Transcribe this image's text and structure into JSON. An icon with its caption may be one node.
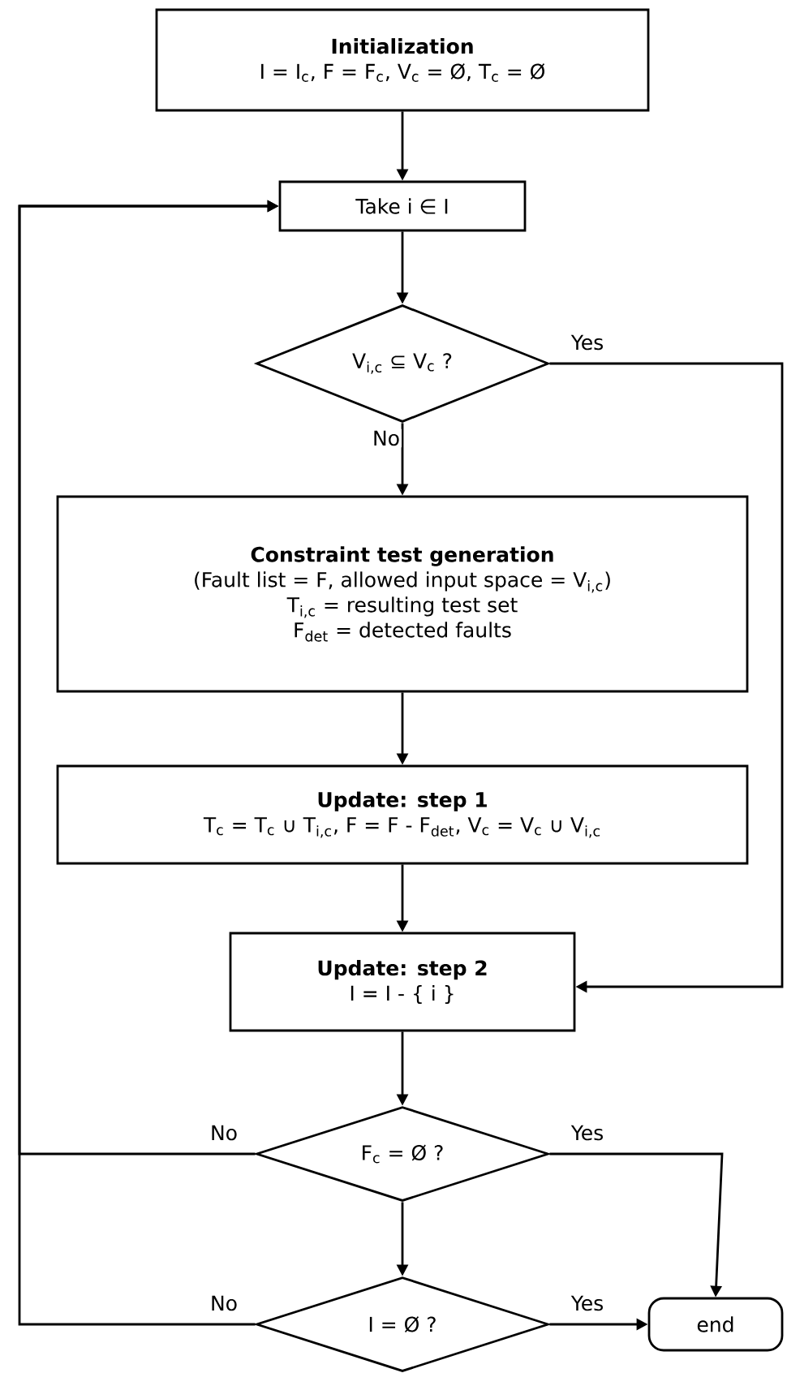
{
  "diagram": {
    "nodes": [
      {
        "text": [
          "Initialization",
          "I = I$_{c}$, F = F$_{c}$, V$_{c}$ = Ø, T$_{c}$ = Ø"
        ]
      },
      {
        "text": [
          "Take i ∈ I"
        ]
      },
      {
        "text": [
          "V$_{i,c}$ ⊆ V$_{c}$ ?"
        ]
      },
      {
        "text": [
          "Constraint test generation",
          "(Fault list = F, allowed input space = V$_{i,c}$)",
          "T$_{i,c}$ = resulting test set",
          "F$_{det}$ = detected faults"
        ]
      },
      {
        "text": [
          "Update: step 1",
          "T$_{c}$ = T$_{c}$ ∪ T$_{i,c}$, F = F - F$_{det}$, V$_{c}$ = V$_{c}$ ∪ V$_{i,c}$"
        ]
      },
      {
        "text": [
          "Update: step 2",
          "I = I - { i }"
        ]
      },
      {
        "text": [
          "F$_{c}$ = Ø ?"
        ]
      },
      {
        "text": [
          "I = Ø ?"
        ]
      },
      {
        "text": [
          "end"
        ]
      }
    ],
    "edges": [
      {
        "from": 0,
        "to": 1,
        "arrow": "to"
      },
      {
        "from": 1,
        "to": 2,
        "arrow": "to"
      },
      {
        "from": 2,
        "to": 3,
        "arrow": "to",
        "label": "No"
      },
      {
        "from": 2,
        "to": 5,
        "arrow": "to",
        "label": "Yes"
      },
      {
        "from": 3,
        "to": 4,
        "arrow": "to"
      },
      {
        "from": 4,
        "to": 5,
        "arrow": "to"
      },
      {
        "from": 5,
        "to": 6,
        "arrow": "to"
      },
      {
        "from": 6,
        "to": 1,
        "arrow": "to",
        "label": "No"
      },
      {
        "from": 6,
        "to": 8,
        "arrow": "to",
        "label": "Yes"
      },
      {
        "from": 6,
        "to": 7,
        "arrow": "to"
      },
      {
        "from": 7,
        "to": 1,
        "arrow": "to",
        "label": "No"
      },
      {
        "from": 7,
        "to": 8,
        "arrow": "to",
        "label": "Yes"
      }
    ]
  }
}
